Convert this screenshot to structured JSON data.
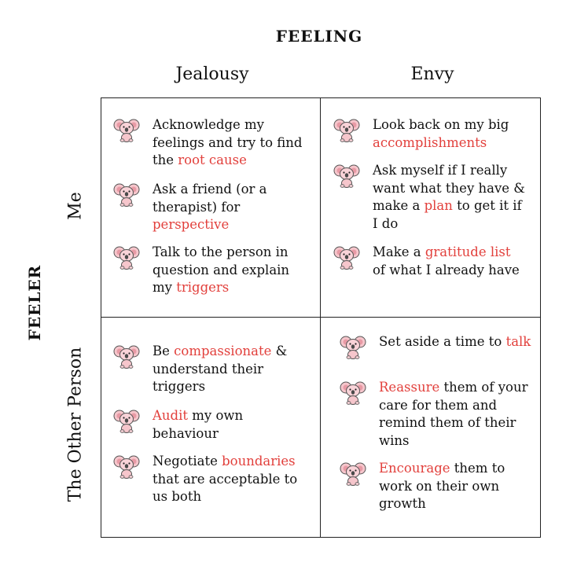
{
  "header": {
    "title": "FEELING",
    "side_title": "FEELER"
  },
  "columns": [
    "Jealousy",
    "Envy"
  ],
  "rows": [
    "Me",
    "The Other Person"
  ],
  "colors": {
    "highlight": "#e2403c",
    "text": "#111111",
    "grid": "#222222"
  },
  "icon": "koala-icon",
  "cells": {
    "me_jealousy": [
      {
        "before": "Acknowledge my feelings and try to find the ",
        "highlight": "root cause",
        "after": ""
      },
      {
        "before": "Ask a friend (or a therapist) for ",
        "highlight": "perspective",
        "after": ""
      },
      {
        "before": "Talk to the person in question and explain my ",
        "highlight": "triggers",
        "after": ""
      }
    ],
    "me_envy": [
      {
        "before": "Look back on my big ",
        "highlight": "accomplishments",
        "after": ""
      },
      {
        "before": "Ask myself if I really want what they have & make a ",
        "highlight": "plan",
        "after": " to get it if I do"
      },
      {
        "before": "Make a ",
        "highlight": "gratitude list",
        "after": " of what I already have"
      }
    ],
    "other_jealousy": [
      {
        "before": "Be ",
        "highlight": "compassionate",
        "after": " & understand their triggers"
      },
      {
        "before": "",
        "highlight": "Audit",
        "after": " my own behaviour"
      },
      {
        "before": "Negotiate ",
        "highlight": "boundaries",
        "after": " that are acceptable to us both"
      }
    ],
    "other_envy": [
      {
        "before": "Set aside a time to ",
        "highlight": "talk",
        "after": ""
      },
      {
        "before": "",
        "highlight": "Reassure",
        "after": " them of your care for them and remind them of their wins"
      },
      {
        "before": "",
        "highlight": "Encourage",
        "after": " them to work on their own growth"
      }
    ]
  }
}
